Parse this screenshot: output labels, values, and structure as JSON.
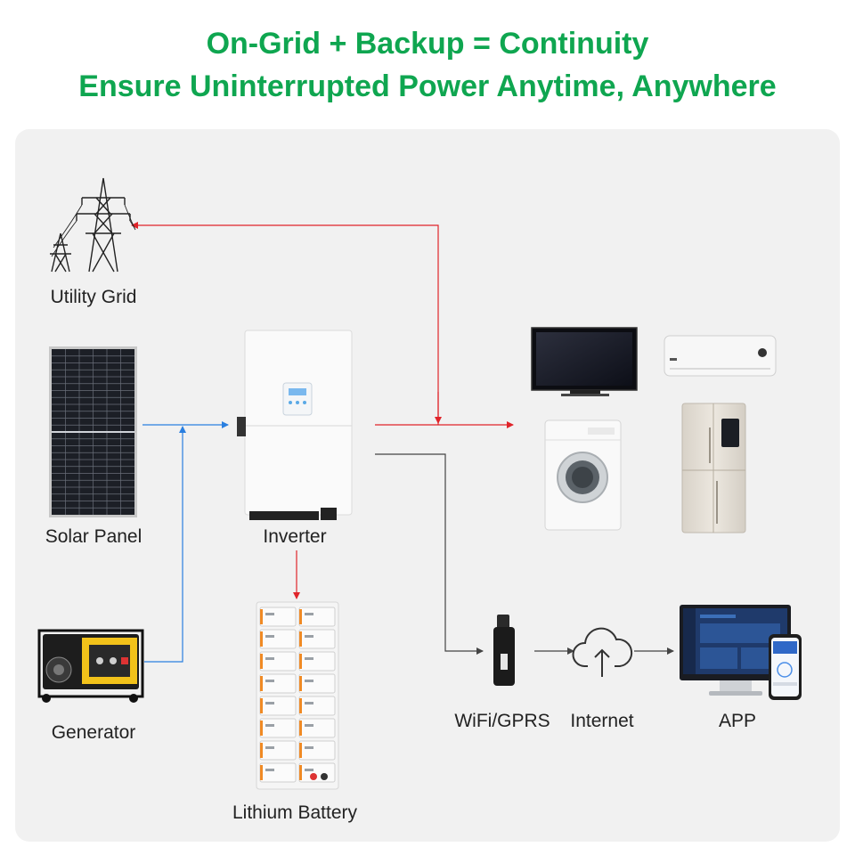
{
  "header": {
    "title": "On-Grid + Backup = Continuity",
    "subtitle": "Ensure Uninterrupted Power Anytime, Anywhere"
  },
  "nodes": {
    "utility_grid": "Utility Grid",
    "solar_panel": "Solar Panel",
    "generator": "Generator",
    "inverter": "Inverter",
    "lithium_battery": "Lithium Battery",
    "wifi_gprs": "WiFi/GPRS",
    "internet": "Internet",
    "app": "APP"
  },
  "colors": {
    "title": "#0fa650",
    "ac_flow": "#e0242a",
    "dc_flow": "#2a7fe0",
    "data_flow": "#444444",
    "panel_bg": "#f1f1f1"
  }
}
